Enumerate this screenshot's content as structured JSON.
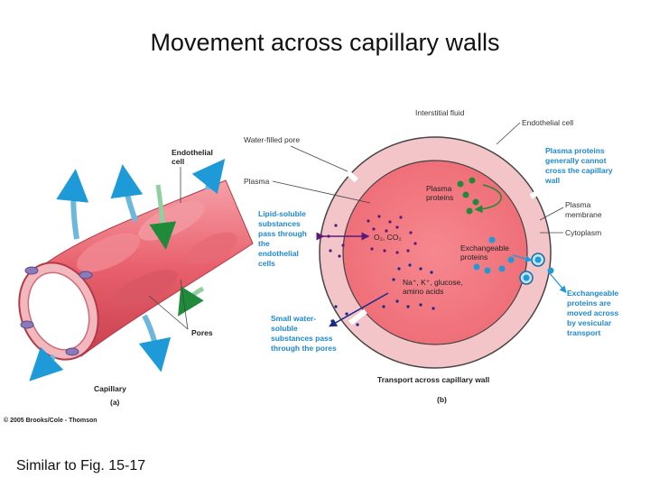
{
  "title": "Movement across capillary walls",
  "footer": "Similar to Fig. 15-17",
  "copyright": "© 2005 Brooks/Cole - Thomson",
  "panel_a": {
    "endothelial_cell": [
      "Endothelial",
      "cell"
    ],
    "pores": "Pores",
    "capillary": "Capillary",
    "letter": "(a)"
  },
  "panel_b": {
    "interstitial_fluid": "Interstitial fluid",
    "endothelial_cell": "Endothelial cell",
    "water_filled_pore": "Water-filled pore",
    "plasma": "Plasma",
    "plasma_proteins_note": [
      "Plasma proteins",
      "generally cannot",
      "cross the capillary",
      "wall"
    ],
    "plasma_proteins_inside": [
      "Plasma",
      "proteins"
    ],
    "plasma_membrane": [
      "Plasma",
      "membrane"
    ],
    "cytoplasm": "Cytoplasm",
    "lipid_soluble": [
      "Lipid-soluble",
      "substances",
      "pass through",
      "the",
      "endothelial",
      "cells"
    ],
    "gases": "O₂, CO₂",
    "exchangeable_proteins": [
      "Exchangeable",
      "proteins"
    ],
    "small_ions": [
      "Na⁺, K⁺, glucose,",
      "amino acids"
    ],
    "vesicular": [
      "Exchangeable",
      "proteins are",
      "moved across",
      "by vesicular",
      "transport"
    ],
    "small_water": [
      "Small water-",
      "soluble",
      "substances pass",
      "through the pores"
    ],
    "caption": "Transport across capillary wall",
    "letter": "(b)"
  },
  "colors": {
    "blue_label": "#1e88d0",
    "lumen": "#f27a80",
    "wall": "#f3c4c8",
    "green": "#1e8a3a",
    "purple": "#5a1a7a",
    "navy": "#1a2a8a",
    "cyan": "#1e9ad8"
  }
}
